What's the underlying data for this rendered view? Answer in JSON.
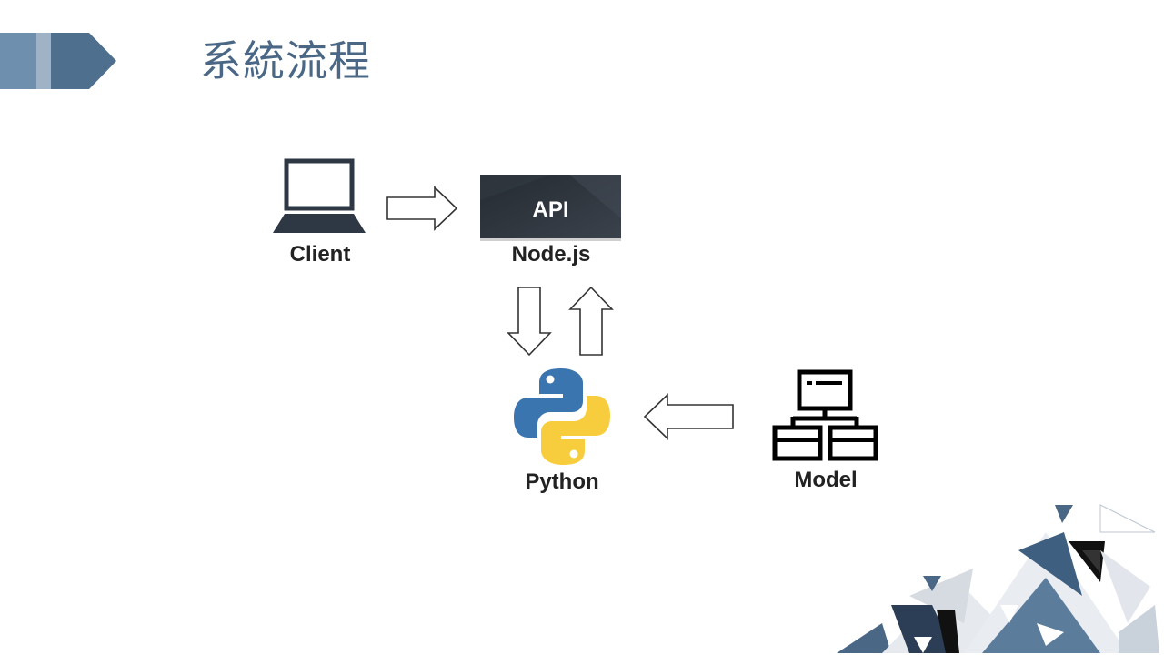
{
  "slide": {
    "title": "系統流程"
  },
  "diagram": {
    "nodes": {
      "client": {
        "label": "Client",
        "icon": "laptop-icon"
      },
      "api": {
        "label": "Node.js",
        "box_text": "API",
        "icon": "api-box"
      },
      "python": {
        "label": "Python",
        "icon": "python-logo-icon"
      },
      "model": {
        "label": "Model",
        "icon": "network-diagram-icon"
      }
    },
    "colors": {
      "accent": "#4a6785",
      "api_box": "#2b3138",
      "python_blue": "#3a75b0",
      "python_yellow": "#f7cd3e"
    }
  }
}
